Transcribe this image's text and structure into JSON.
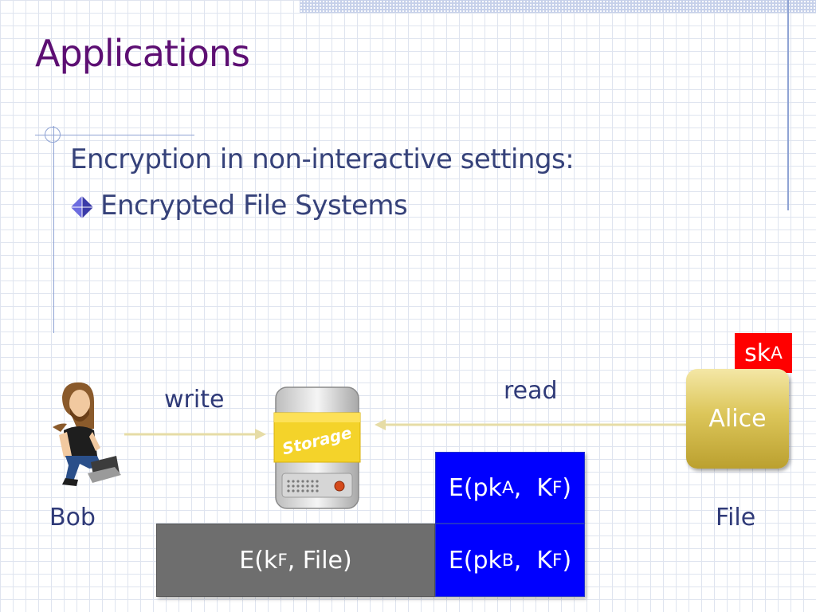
{
  "slide": {
    "title": "Applications",
    "bullets": [
      {
        "level": 1,
        "text": "Encryption in non-interactive settings:"
      },
      {
        "level": 2,
        "text": "Encrypted File Systems",
        "icon": "diamond-bullet-icon"
      }
    ]
  },
  "diagram": {
    "labels": {
      "write": "write",
      "read": "read",
      "bob": "Bob",
      "file": "File",
      "alice": "Alice"
    },
    "storage_label": "Storage",
    "key_box": {
      "base": "sk",
      "sub": "A",
      "color": "#ff0000"
    },
    "cells": {
      "file_cipher": {
        "prefix": "E(k",
        "sub": "F",
        "suffix": ", File)",
        "color": "#6e6e6e"
      },
      "key_a": {
        "prefix": "E(pk",
        "sub": "A",
        "mid": ",  K",
        "sub2": "F",
        "suffix": ")",
        "color": "#0000ff"
      },
      "key_b": {
        "prefix": "E(pk",
        "sub": "B",
        "mid": ",  K",
        "sub2": "F",
        "suffix": ")",
        "color": "#0000ff"
      }
    }
  }
}
